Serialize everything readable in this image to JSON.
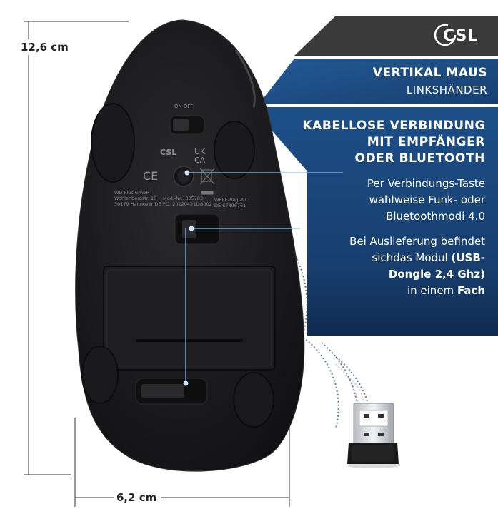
{
  "dimensions": {
    "height_label": "12,6 cm",
    "width_label": "6,2 cm"
  },
  "brand": {
    "logo_text": "CSL"
  },
  "product": {
    "title": "VERTIKAL MAUS",
    "subtitle": "LINKSHÄNDER"
  },
  "feature": {
    "heading_lines": [
      "KABELLOSE VERBINDUNG",
      "MIT EMPFÄNGER",
      "ODER BLUETOOTH"
    ],
    "paragraph1_lines": [
      "Per Verbindungs-Taste",
      "wahlweise Funk- oder",
      "Bluetoothmodi 4.0"
    ],
    "paragraph2": {
      "line1": "Bei Auslieferung befindet",
      "line2_prefix": "sichdas Modul ",
      "line2_bold": "(USB-",
      "line3_bold": "Dongle 2,4 Ghz)",
      "line4_prefix": "in einem ",
      "line4_bold": "Fach"
    }
  },
  "mouse_labels": {
    "logo": "CSL",
    "ukca": "UK CA",
    "ce": "CE",
    "manufacturer": [
      "WD Plus GmbH",
      "Wohlenbergstr. 16",
      "30179 Hannover DE"
    ],
    "model": [
      "Mod.-Nr.: 305783",
      "PO: 20220421DG002"
    ],
    "weee": [
      "WEEE-Reg.-Nr.:",
      "DE 67896761"
    ],
    "switch": "ON  OFF"
  },
  "colors": {
    "dark_panel": "#3a3a3a",
    "blue_panel": "#1f4f86",
    "blue_accent": "#2a6cb0",
    "mouse_body": "#1c1c1e"
  }
}
